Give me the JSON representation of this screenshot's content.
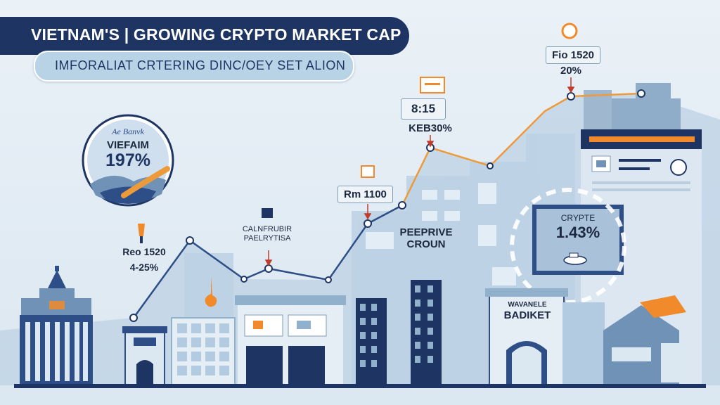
{
  "banner": {
    "title": "VIETNAM'S | GROWING CRYPTO MARKET CAP"
  },
  "subtitle": {
    "text": "IMFORALIAT CRTERING DINC/OEY SET ALION"
  },
  "circle_badge": {
    "top_text": "Ae Banvk",
    "name": "VIEFAIM",
    "value": "197%"
  },
  "labels": {
    "reo": {
      "line1": "Reo 1520",
      "line2": "4-25%"
    },
    "calneurir": {
      "line1": "CALNFRUBIR",
      "line2": "PAELRYTISA"
    },
    "rm": {
      "line1": "Rm 1100"
    },
    "time_box": {
      "line1": "8:15"
    },
    "keb": {
      "line1": "KEB30%"
    },
    "fio": {
      "line1": "Fio 1520",
      "line2": "20%"
    },
    "peeprive": {
      "line1": "PEEPRIVE",
      "line2": "CROUN"
    },
    "crypto_panel": {
      "line1": "CRYPTE",
      "line2": "1.43%"
    },
    "bank": {
      "line1": "WAVANELE",
      "line2": "BADIKET"
    }
  },
  "colors": {
    "navy": "#1e3563",
    "trend_blue": "#2d4e86",
    "trend_orange": "#ec9a3a",
    "building_light": "#b3cbe0",
    "building_mid": "#90b0cc",
    "accent_orange": "#f08a2a"
  },
  "icons": [
    "capital-building-icon",
    "bank-building-icon",
    "guitar-icon",
    "clock-icon",
    "bitcoin-icon",
    "boat-icon",
    "crypto-coin-icon"
  ]
}
